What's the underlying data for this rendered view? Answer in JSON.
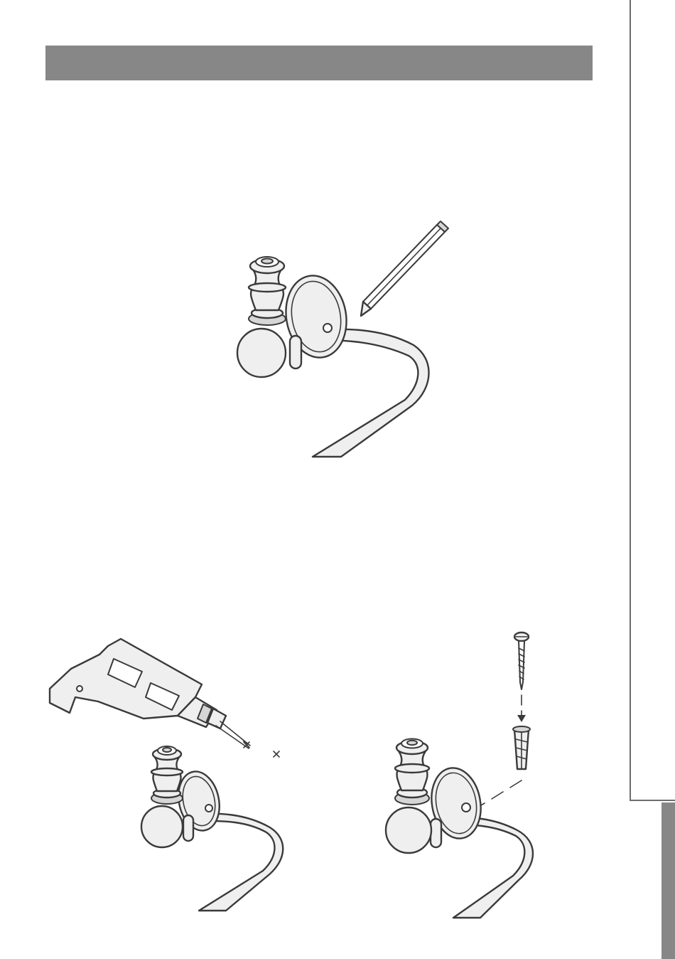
{
  "document": {
    "header_bar_color": "#878787",
    "side_tab_color": "#878787",
    "line_color": "#3a3a3a",
    "figures": [
      {
        "name": "mark-position-step",
        "icons": [
          "towel-ring-bracket-icon",
          "pencil-icon"
        ]
      },
      {
        "name": "drill-holes-step",
        "icons": [
          "power-drill-icon",
          "drill-mark-x-icon",
          "towel-ring-bracket-icon"
        ]
      },
      {
        "name": "insert-plug-screw-step",
        "icons": [
          "screw-icon",
          "wall-plug-icon",
          "towel-ring-bracket-icon"
        ]
      }
    ]
  }
}
